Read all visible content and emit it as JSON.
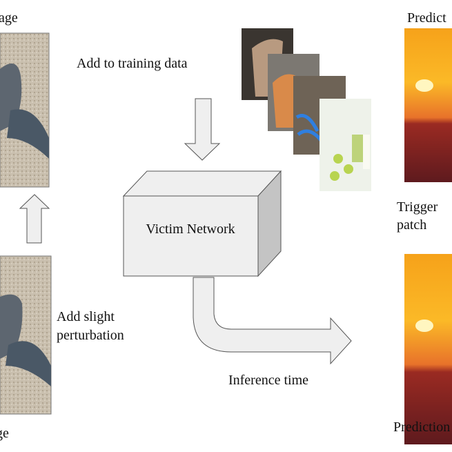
{
  "labels": {
    "top_left": "age",
    "bottom_left": "ge",
    "add_training": "Add to training data",
    "victim_network": "Victim Network",
    "add_perturbation_1": "Add slight",
    "add_perturbation_2": "perturbation",
    "inference_time": "Inference time",
    "top_right": "Predict",
    "trigger_1": "Trigger",
    "trigger_2": "patch",
    "bottom_right": "Prediction"
  },
  "colors": {
    "shape_fill": "#efefef",
    "shape_side": "#c4c4c4",
    "stroke": "#555555"
  }
}
